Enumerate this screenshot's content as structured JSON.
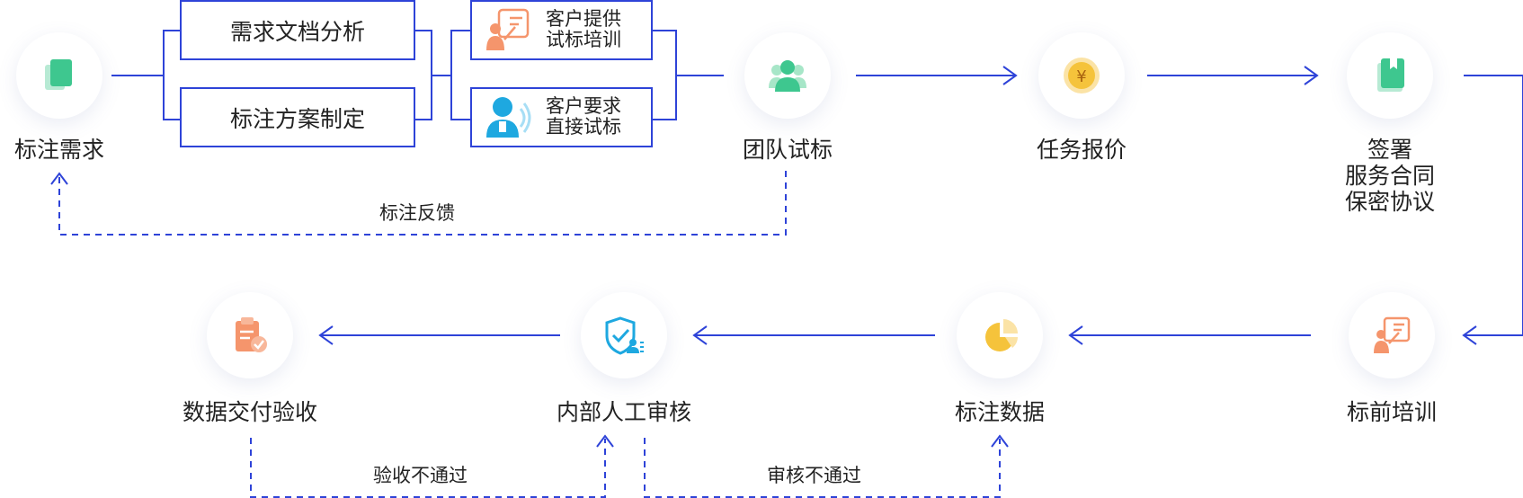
{
  "nodes": {
    "demand": "标注需求",
    "trial": "团队试标",
    "quote": "任务报价",
    "sign_1": "签署",
    "sign_2": "服务合同",
    "sign_3": "保密协议",
    "training": "标前培训",
    "data": "标注数据",
    "review": "内部人工审核",
    "delivery": "数据交付验收"
  },
  "boxes": {
    "analysis": "需求文档分析",
    "plan": "标注方案制定",
    "client_provide_1": "客户提供",
    "client_provide_2": "试标培训",
    "client_request_1": "客户要求",
    "client_request_2": "直接试标"
  },
  "feedback": {
    "annotation": "标注反馈",
    "acceptance_fail": "验收不通过",
    "review_fail": "审核不通过"
  },
  "colors": {
    "line": "#2e43d8",
    "green": "#3ec78f",
    "orange": "#f5956c",
    "gold": "#f5c33b",
    "blue": "#1ea8e0"
  },
  "icons": [
    "document-stack-icon",
    "team-icon",
    "yuan-coin-icon",
    "book-icon",
    "trainer-icon",
    "pie-chart-icon",
    "shield-check-icon",
    "clipboard-check-icon",
    "client-icon"
  ]
}
